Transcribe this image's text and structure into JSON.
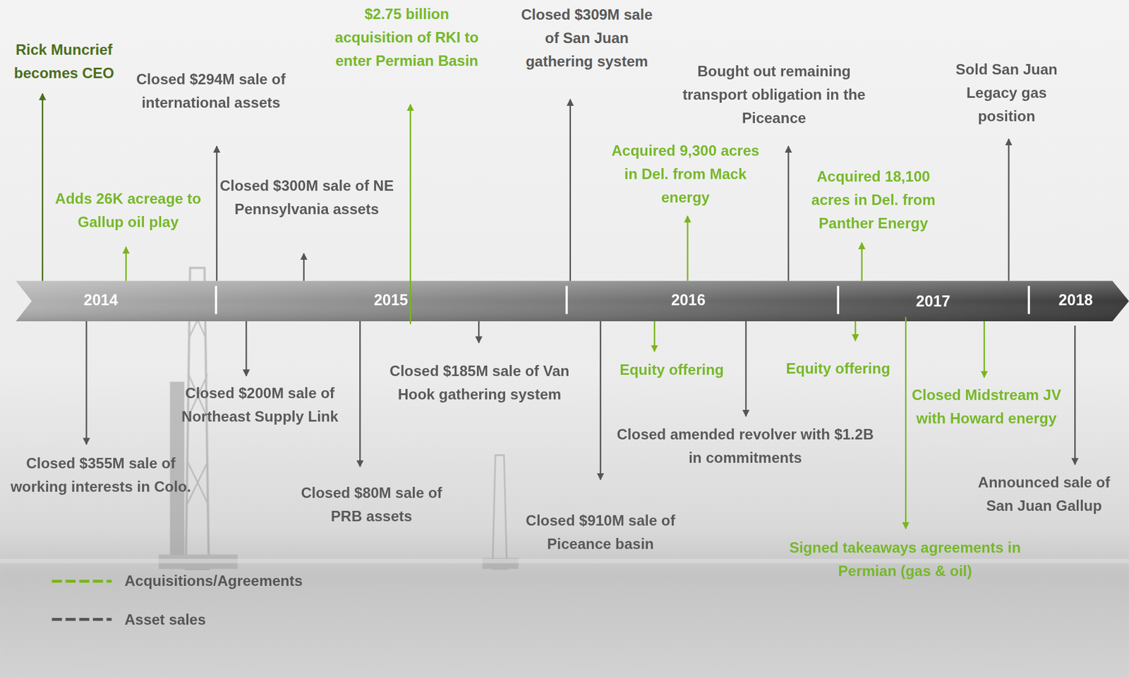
{
  "diagram": {
    "labels": [
      "2014",
      "2015",
      "2016",
      "2017",
      "2018",
      "Rick Muncrief becomes CEO",
      "Adds 26K acreage to Gallup oil play",
      "Closed $294M sale of international assets",
      "Closed $300M sale of NE Pennsylvania assets",
      "$2.75 billion acquisition of RKI to enter Permian Basin",
      "Closed $309M sale of San Juan gathering system",
      "Acquired 9,300 acres  in Del. from Mack energy",
      "Bought out remaining transport obligation in the Piceance",
      "Acquired 18,100 acres in Del. from Panther Energy",
      "Sold San Juan Legacy gas position",
      "Closed $355M sale of working interests in Colo.",
      "Closed $200M sale of Northeast Supply Link",
      "Closed $80M sale of PRB assets",
      "Closed $185M sale of Van Hook gathering system",
      "Closed $910M sale of Piceance basin",
      "Equity offering",
      "Closed amended revolver with $1.2B in commitments",
      "Equity offering",
      "Signed takeaways agreements in Permian (gas & oil)",
      "Closed Midstream JV with Howard energy",
      "Announced sale of San Juan Gallup"
    ],
    "legend": [
      {
        "text": "Acquisitions/Agreements"
      },
      {
        "text": "Asset sales"
      }
    ]
  }
}
